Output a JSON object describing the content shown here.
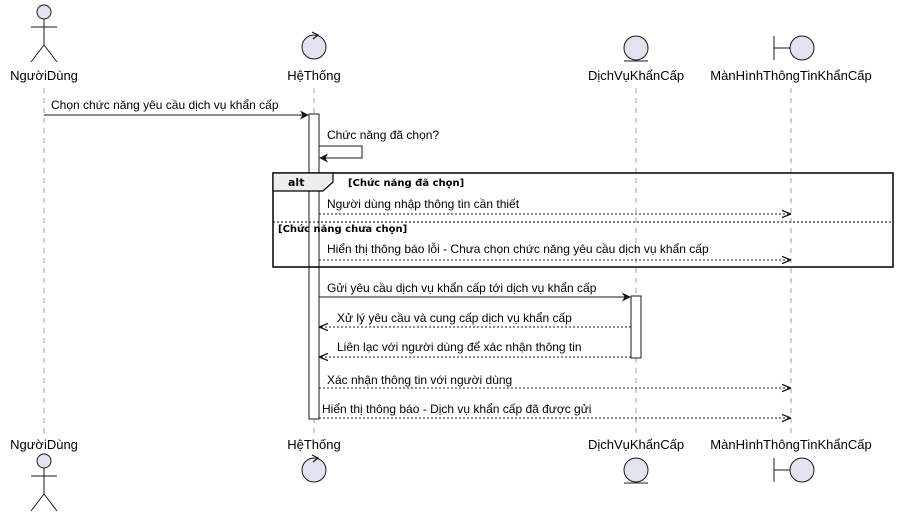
{
  "participants": {
    "user": "NgườiDùng",
    "system": "HệThống",
    "emergency_service": "DịchVụKhẩnCấp",
    "emergency_screen": "MànHìnhThôngTinKhẩnCấp"
  },
  "messages": {
    "m1": "Chọn chức năng yêu cầu dịch vụ khẩn cấp",
    "m2": "Chức năng đã chọn?",
    "m3": "Người dùng nhập thông tin cần thiết",
    "m4": "Hiển thị thông báo lỗi - Chưa chọn chức năng yêu cầu dịch vụ khẩn cấp",
    "m5": "Gửi yêu cầu dịch vụ khẩn cấp tới dịch vụ khẩn cấp",
    "m6": "Xử lý yêu cầu và cung cấp dịch vụ khẩn cấp",
    "m7": "Liên lạc với người dùng để xác nhận thông tin",
    "m8": "Xác nhận thông tin với người dùng",
    "m9": "Hiển thị thông báo - Dịch vụ khẩn cấp đã được gửi"
  },
  "fragment": {
    "operator": "alt",
    "guard_1": "[Chức năng đã chọn]",
    "guard_2": "[Chức năng chưa chọn]"
  },
  "colors": {
    "participant_fill": "#e2e2f0",
    "participant_stroke": "#181818",
    "lifeline": "#a0a0a0",
    "line": "#181818"
  }
}
